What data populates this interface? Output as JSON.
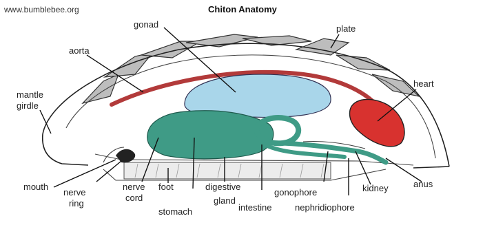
{
  "header": {
    "site": "www.bumblebee.org",
    "title": "Chiton Anatomy"
  },
  "labels": {
    "gonad": "gonad",
    "plate": "plate",
    "aorta": "aorta",
    "heart": "heart",
    "mantle": "mantle",
    "girdle": "girdle",
    "mouth": "mouth",
    "nerve_ring_1": "nerve",
    "nerve_ring_2": "ring",
    "nerve_cord_1": "nerve",
    "nerve_cord_2": "cord",
    "foot": "foot",
    "stomach": "stomach",
    "digestive_1": "digestive",
    "digestive_2": "gland",
    "intestine": "intestine",
    "gonophore": "gonophore",
    "nephridiophore": "nephridiophore",
    "kidney": "kidney",
    "anus": "anus"
  },
  "colors": {
    "gonad": "#a9d6ea",
    "aorta": "#b23a3a",
    "heart": "#d8322f",
    "stomach": "#3f9b86",
    "intestine": "#3f9b86",
    "plate": "#bdbdbd"
  }
}
